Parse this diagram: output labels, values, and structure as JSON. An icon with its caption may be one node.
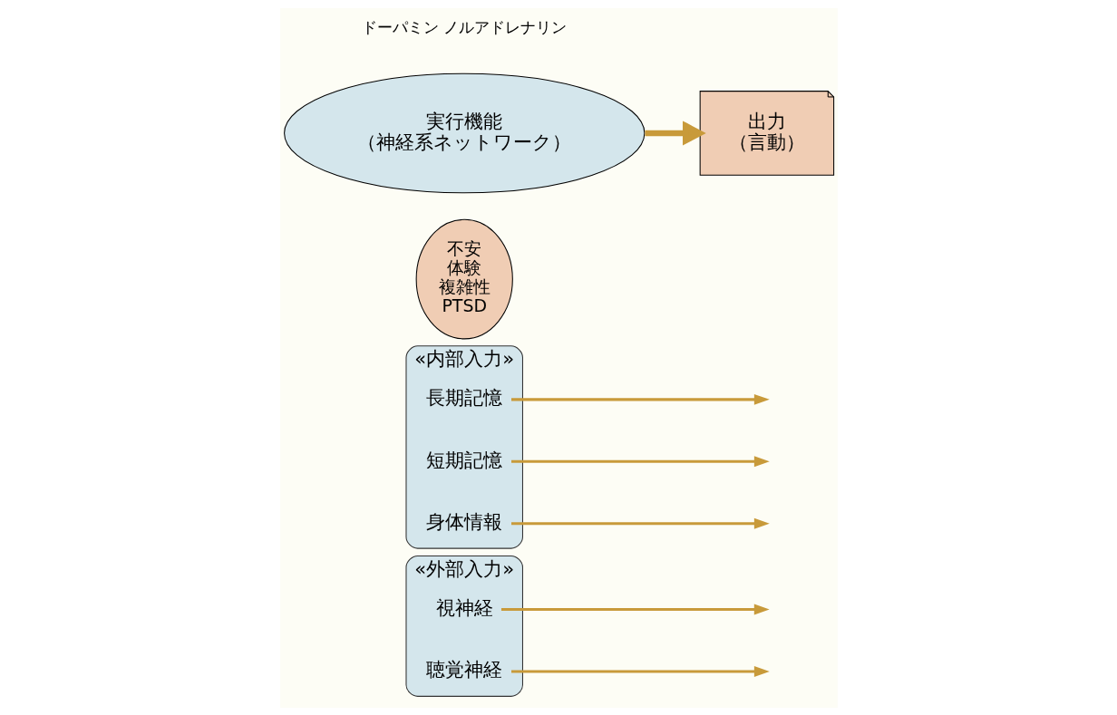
{
  "diagram": {
    "nodes": [
      {
        "text": [
          "«外部入力»"
        ]
      },
      {
        "text": [
          "視神経"
        ],
        "in": 0
      },
      {
        "text": [
          "聴覚神経"
        ],
        "in": 0
      },
      {
        "text": [
          "«内部入力»"
        ]
      },
      {
        "text": [
          "長期記憶"
        ],
        "in": 3
      },
      {
        "text": [
          "短期記憶"
        ],
        "in": 3
      },
      {
        "text": [
          "身体情報"
        ],
        "in": 3
      },
      {
        "text": [
          "不安",
          "体験",
          "複雑性",
          "PTSD"
        ]
      },
      {
        "text": [
          "実行機能",
          "（神経系ネットワーク）"
        ]
      },
      {
        "text": [
          "出力",
          "（言動）"
        ]
      }
    ],
    "edges": [
      {
        "from": 1,
        "to": null,
        "arrow": "to"
      },
      {
        "from": 2,
        "to": null,
        "arrow": "to"
      },
      {
        "from": 4,
        "to": null,
        "arrow": "to"
      },
      {
        "from": 5,
        "to": null,
        "arrow": "to"
      },
      {
        "from": 6,
        "to": null,
        "arrow": "to"
      },
      {
        "from": 8,
        "to": 9,
        "arrow": "to",
        "style": "thick"
      }
    ],
    "legend": [
      {
        "text": "ドーパミン ノルアドレナリン"
      }
    ]
  }
}
